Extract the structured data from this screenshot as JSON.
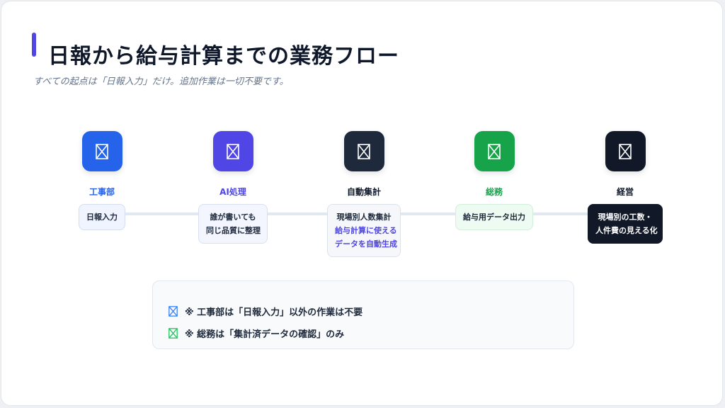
{
  "title": "日報から給与計算までの業務フロー",
  "subtitle": "すべての起点は「日報入力」だけ。追加作業は一切不要です。",
  "colors": {
    "accent": "#4f46e5",
    "step1": "#2563eb",
    "step2": "#4f46e5",
    "step3": "#1e293b",
    "step4": "#16a34a",
    "step5": "#111827"
  },
  "steps": [
    {
      "name": "工事部",
      "icon": "image-placeholder-icon",
      "lines": [
        "日報入力"
      ],
      "highlight": []
    },
    {
      "name": "AI処理",
      "icon": "image-placeholder-icon",
      "lines": [
        "誰が書いても",
        "同じ品質に整理"
      ],
      "highlight": []
    },
    {
      "name": "自動集計",
      "icon": "image-placeholder-icon",
      "lines": [
        "現場別人数集計"
      ],
      "highlight": [
        "給与計算に使える",
        "データを自動生成"
      ]
    },
    {
      "name": "総務",
      "icon": "image-placeholder-icon",
      "lines": [
        "給与用データ出力"
      ],
      "highlight": []
    },
    {
      "name": "経営",
      "icon": "image-placeholder-icon",
      "lines": [
        "現場別の工数・",
        "人件費の見える化"
      ],
      "highlight": []
    }
  ],
  "notes": [
    {
      "text": "※ 工事部は「日報入力」以外の作業は不要",
      "icon": "image-placeholder-icon",
      "color": "#3b82f6"
    },
    {
      "text": "※ 総務は「集計済データの確認」のみ",
      "icon": "image-placeholder-icon",
      "color": "#22c55e"
    }
  ]
}
